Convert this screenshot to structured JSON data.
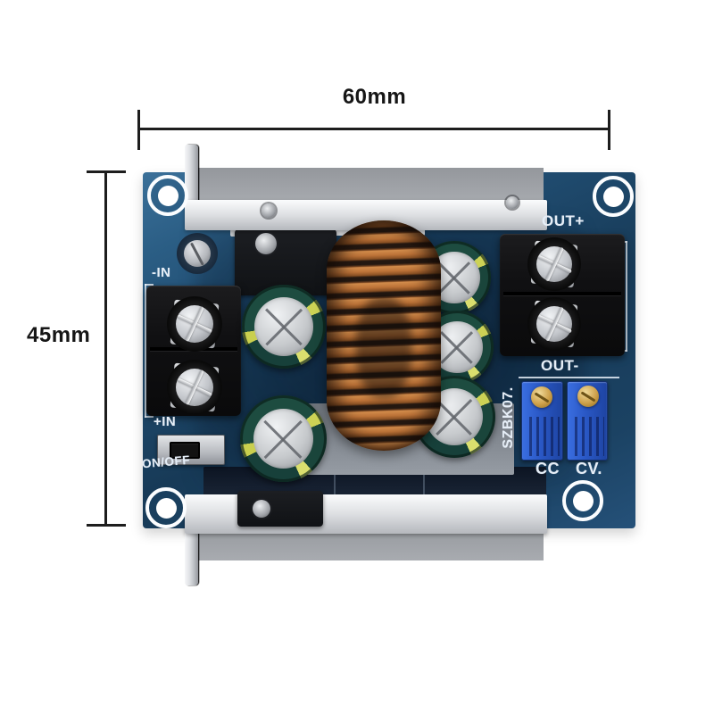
{
  "annotations": {
    "width_label": "60mm",
    "height_label": "45mm"
  },
  "board_labels": {
    "input_negative": "-IN",
    "input_positive": "+IN",
    "power_switch": "ON/OFF",
    "output_positive": "OUT+",
    "output_negative": "OUT-",
    "constant_current": "CC",
    "constant_voltage": "CV.",
    "model_marking": "SZBK07."
  },
  "palette": {
    "background": "#ffffff",
    "dimension_line": "#1d1d1d",
    "pcb_blue": "#24557c",
    "pcb_dark": "#14304d",
    "silkscreen": "#e6eef7",
    "heatsink_silver": "#dfe1e4",
    "copper_coil": "#c07a3c",
    "capacitor_green": "#1d4a3e",
    "capacitor_top_silver": "#c9ccd0",
    "terminal_black": "#141414",
    "trimmer_blue": "#2857c4",
    "trimmer_screw_brass": "#c49038"
  }
}
